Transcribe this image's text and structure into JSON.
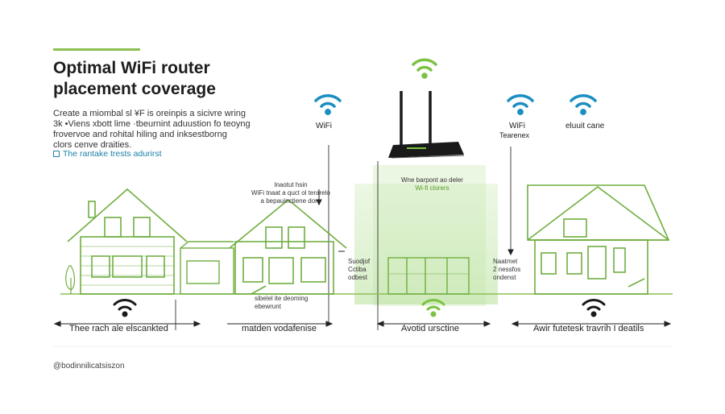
{
  "header": {
    "title_line1": "Optimal WiFi router",
    "title_line2": "placement coverage"
  },
  "description": [
    "Create a miombal sl ¥F is oreinpis a sicivre wring",
    "3k •Viens xbott lime ·tbeurnint aduustion fo teoyng",
    "frovervoe and rohital hiling  and inksestborng",
    "clors cenve draities."
  ],
  "note": "The rantake trests adurirst",
  "signal_labels": {
    "left_icon": "WiFi",
    "right_icon1_line1": "WiFi",
    "right_icon1_line2": "Tearenex",
    "right_icon2": "eluuit cane"
  },
  "annotations": {
    "house2_top": [
      "Inaotut hsin",
      "WiFi tnaat a quct ol terarelo",
      "a bepauinctiene dore"
    ],
    "router_note": [
      "Wne barpont ao deler",
      "Wi-fi clorers"
    ],
    "mid_side": [
      "Suodjof",
      "Cctiba",
      "odbest"
    ],
    "right_side": [
      "Naatmet",
      "2 nessfos",
      "ondenst"
    ],
    "house2_bottom": [
      "sibelel ite deoming",
      "ebewrunt"
    ]
  },
  "bottom_labels": {
    "house1": "Thee rach ale elscankted",
    "house2": "matden vodafenise",
    "zone": "Avotid ursctine",
    "house3": "Awir futetesk travrih I deatils"
  },
  "footer": "@bodinnilicatsiszon",
  "colors": {
    "green": "#8cc152",
    "house_stroke": "#6fae3f",
    "wifi_blue": "#1b8fc0",
    "wifi_green": "#7cc243",
    "dark": "#1a1a1a"
  },
  "icons": [
    "wifi-icon",
    "router-icon",
    "house-icon",
    "tree-icon",
    "bullet-icon"
  ]
}
